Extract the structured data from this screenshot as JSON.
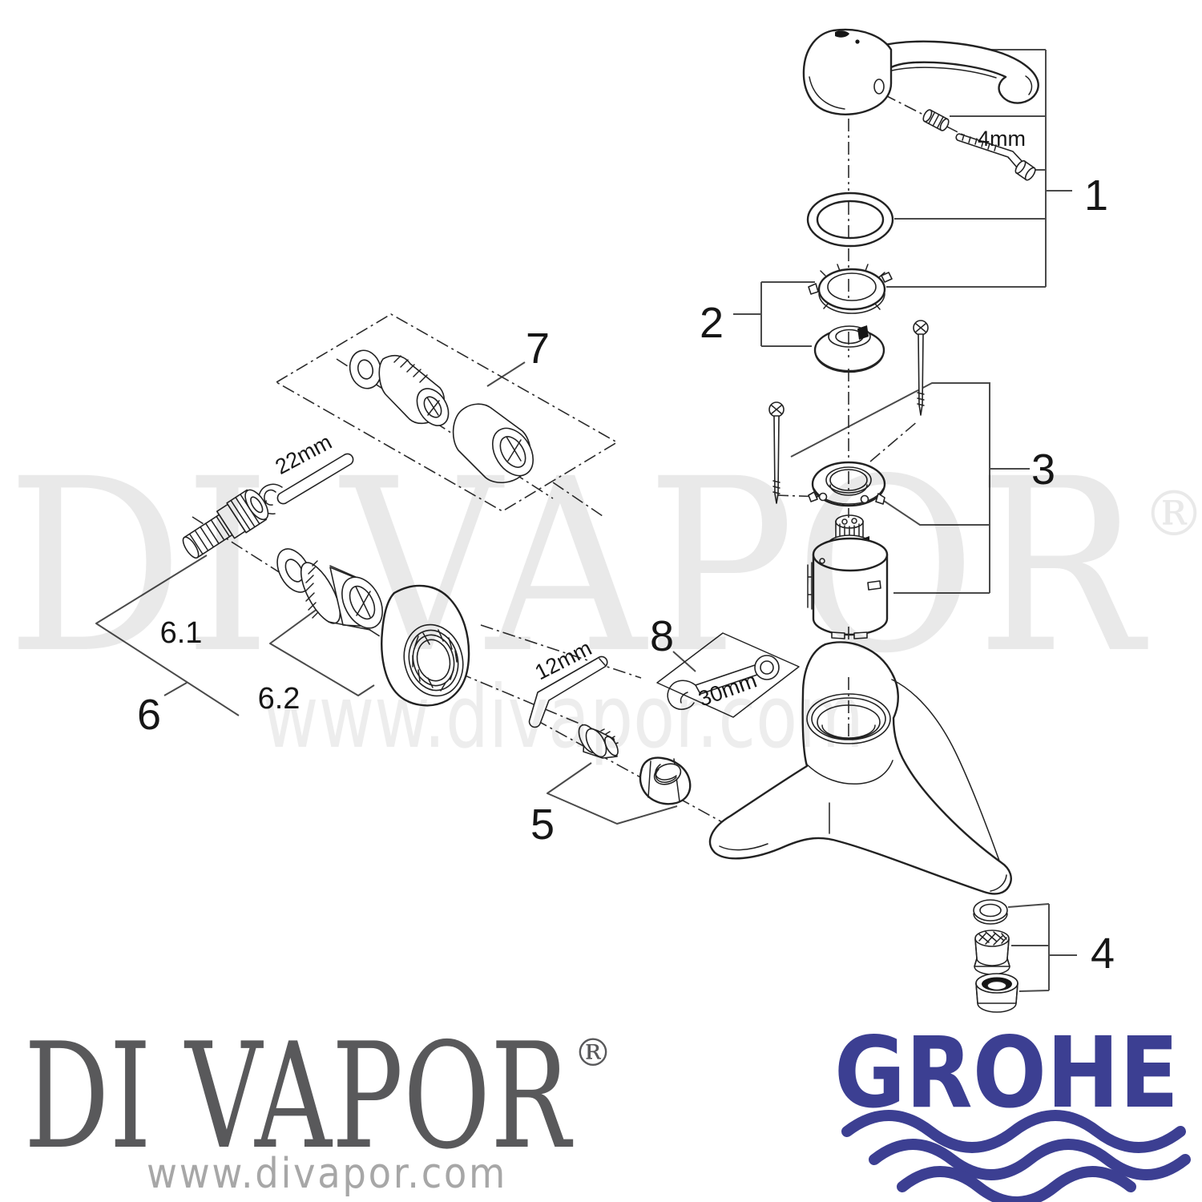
{
  "parts": {
    "n1": "1",
    "n2": "2",
    "n3": "3",
    "n4": "4",
    "n5": "5",
    "n6": "6",
    "n6_1": "6.1",
    "n6_2": "6.2",
    "n7": "7",
    "n8": "8"
  },
  "tools": {
    "hex_key_small": "4mm",
    "open_wrench_left": "22mm",
    "hex_key_large": "12mm",
    "open_wrench_right": "30mm"
  },
  "watermark": {
    "brand": "DI VAPOR",
    "registered": "®",
    "url": "www.divapor.com"
  },
  "footer_left": {
    "brand": "DI VAPOR",
    "registered": "®",
    "url": "www.divapor.com"
  },
  "footer_right": {
    "brand": "GROHE"
  },
  "colors": {
    "line": "#222222",
    "leader": "#4a4a4a",
    "grohe_blue": "#3c3f92",
    "divapor_gray": "#59595b",
    "divapor_url_gray": "#a7a7a7",
    "watermark_gray": "#e9e9e9",
    "watermark_url_gray": "#ededed",
    "background": "#ffffff"
  }
}
